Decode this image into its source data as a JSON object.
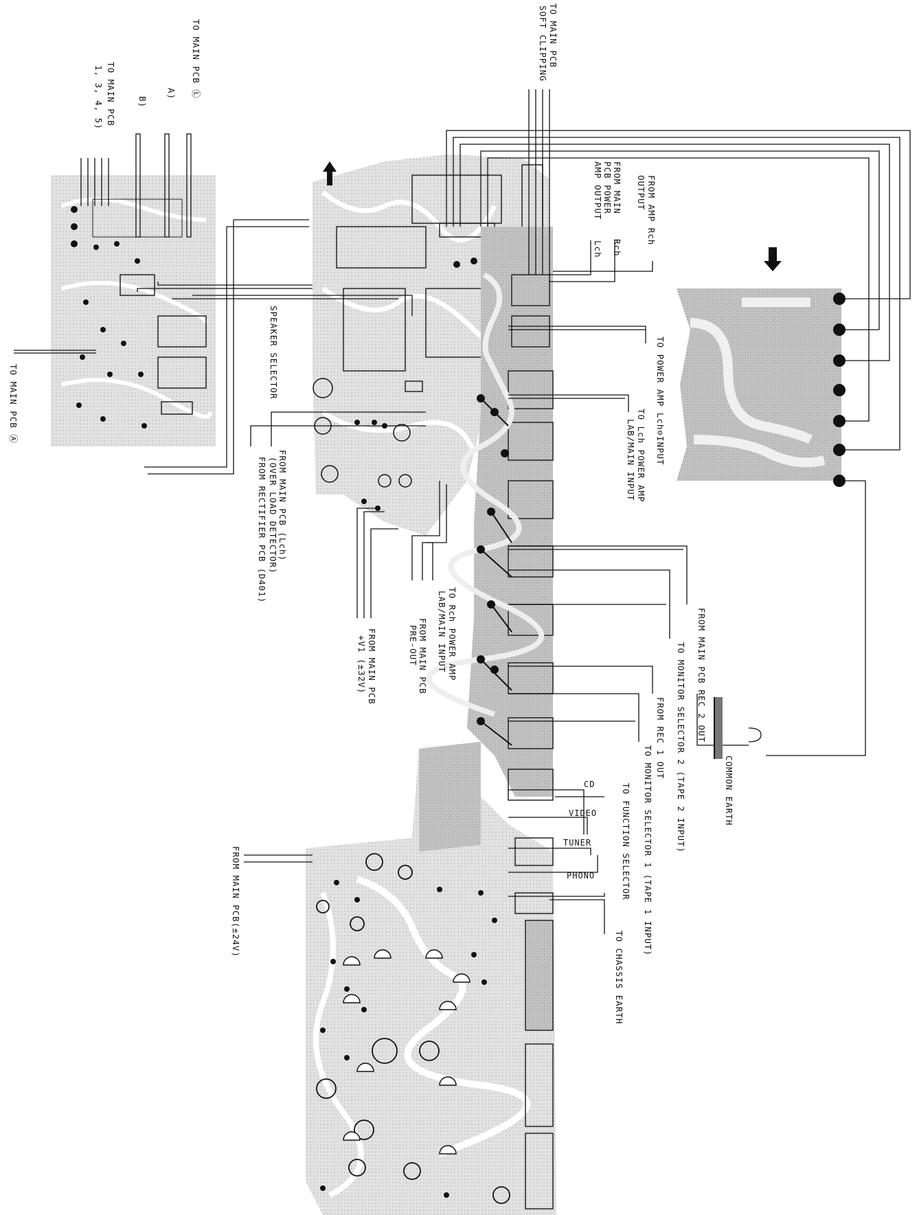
{
  "labels": {
    "to_main_pcb_l": "TO MAIN PCB Ⓛ",
    "main_pcb_a_top": "TO MAIN PCB",
    "main_pcb_a_sub": "1, 3, 4, 5)",
    "pin_a": "A)",
    "pin_b": "B)",
    "to_main_pcb_a": "TO MAIN PCB Ⓐ",
    "soft_clipping_1": "TO MAIN PCB",
    "soft_clipping_2": "SOFT CLIPPING",
    "power_amp_out_1": "FROM MAIN",
    "power_amp_out_2": "PCB POWER",
    "power_amp_out_3": "AMP OUTPUT",
    "rch": "Rch",
    "lch": "Lch",
    "amp_rch_out_1": "FROM AMP Rch",
    "amp_rch_out_2": "OUTPUT",
    "to_power_amp_lch": "TO POWER AMP Lch⊖INPUT",
    "lch_power_amp_1": "TO Lch POWER AMP",
    "lch_power_amp_2": "LAB/MAIN INPUT",
    "speaker_selector": "SPEAKER SELECTOR",
    "over_load_1": "FROM MAIN PCB (Lch)",
    "over_load_2": "(OVER LOAD DETECTOR)",
    "rectifier": "FROM RECTIFIER PCB (D401)",
    "rch_power_amp_1": "TO Rch POWER AMP",
    "rch_power_amp_2": "LAB/MAIN INPUT",
    "pre_out_1": "FROM MAIN PCB",
    "pre_out_2": "PRE-OUT",
    "v1_1": "FROM MAIN PCB",
    "v1_2": "+V1 (±32V)",
    "rec2_out": "FROM MAIN PCB REC 2 OUT",
    "monitor2": "TO MONITOR SELECTOR 2 (TAPE 2 INPUT)",
    "rec1_out": "FROM REC 1 OUT",
    "monitor1": "TO MONITOR SELECTOR 1 (TAPE 1 INPUT)",
    "common_earth": "COMMON EARTH",
    "cd": "CD",
    "video": "VIDEO",
    "tuner": "TUNER",
    "phono": "PHONO",
    "function_selector": "TO FUNCTION SELECTOR",
    "chassis_earth": "TO CHASSIS EARTH",
    "main_24v": "FROM MAIN PCB(±24V)"
  }
}
